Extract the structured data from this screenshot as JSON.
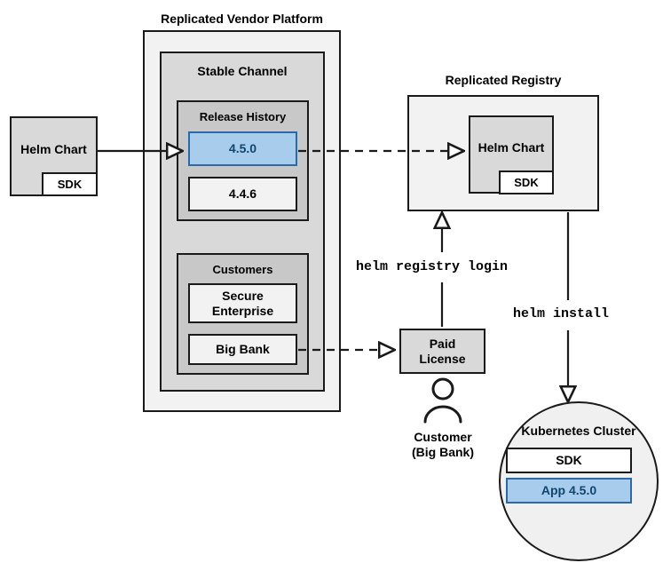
{
  "diagram": {
    "title_platform": "Replicated Vendor Platform",
    "title_registry": "Replicated Registry"
  },
  "source_chart": {
    "name": "Helm Chart",
    "sdk": "SDK"
  },
  "platform": {
    "label": "Replicated Vendor Platform",
    "channel": {
      "label": "Stable Channel",
      "release_history": {
        "label": "Release History",
        "releases": [
          {
            "version": "4.5.0",
            "highlighted": true
          },
          {
            "version": "4.4.6",
            "highlighted": false
          }
        ]
      },
      "customers": {
        "label": "Customers",
        "items": [
          {
            "name": "Secure\nEnterprise"
          },
          {
            "name": "Big Bank"
          }
        ]
      }
    }
  },
  "registry": {
    "label": "Replicated Registry",
    "chart": {
      "name": "Helm Chart",
      "sdk": "SDK"
    }
  },
  "license": {
    "label": "Paid\nLicense"
  },
  "customer_actor": {
    "icon": "person-icon",
    "label": "Customer\n(Big Bank)"
  },
  "commands": {
    "registry_login": "helm registry login",
    "install": "helm install"
  },
  "cluster": {
    "label": "Kubernetes Cluster",
    "components": [
      {
        "name": "SDK",
        "highlighted": false
      },
      {
        "name": "App 4.5.0",
        "highlighted": true
      }
    ]
  },
  "colors": {
    "stroke": "#1a1a1a",
    "fill_light": "#f2f2f2",
    "fill_mid": "#d9d9d9",
    "fill_dark": "#c8c8c8",
    "highlight_fill": "#a8cdec",
    "highlight_stroke": "#2a6aa8",
    "highlight_text": "#10456f"
  }
}
